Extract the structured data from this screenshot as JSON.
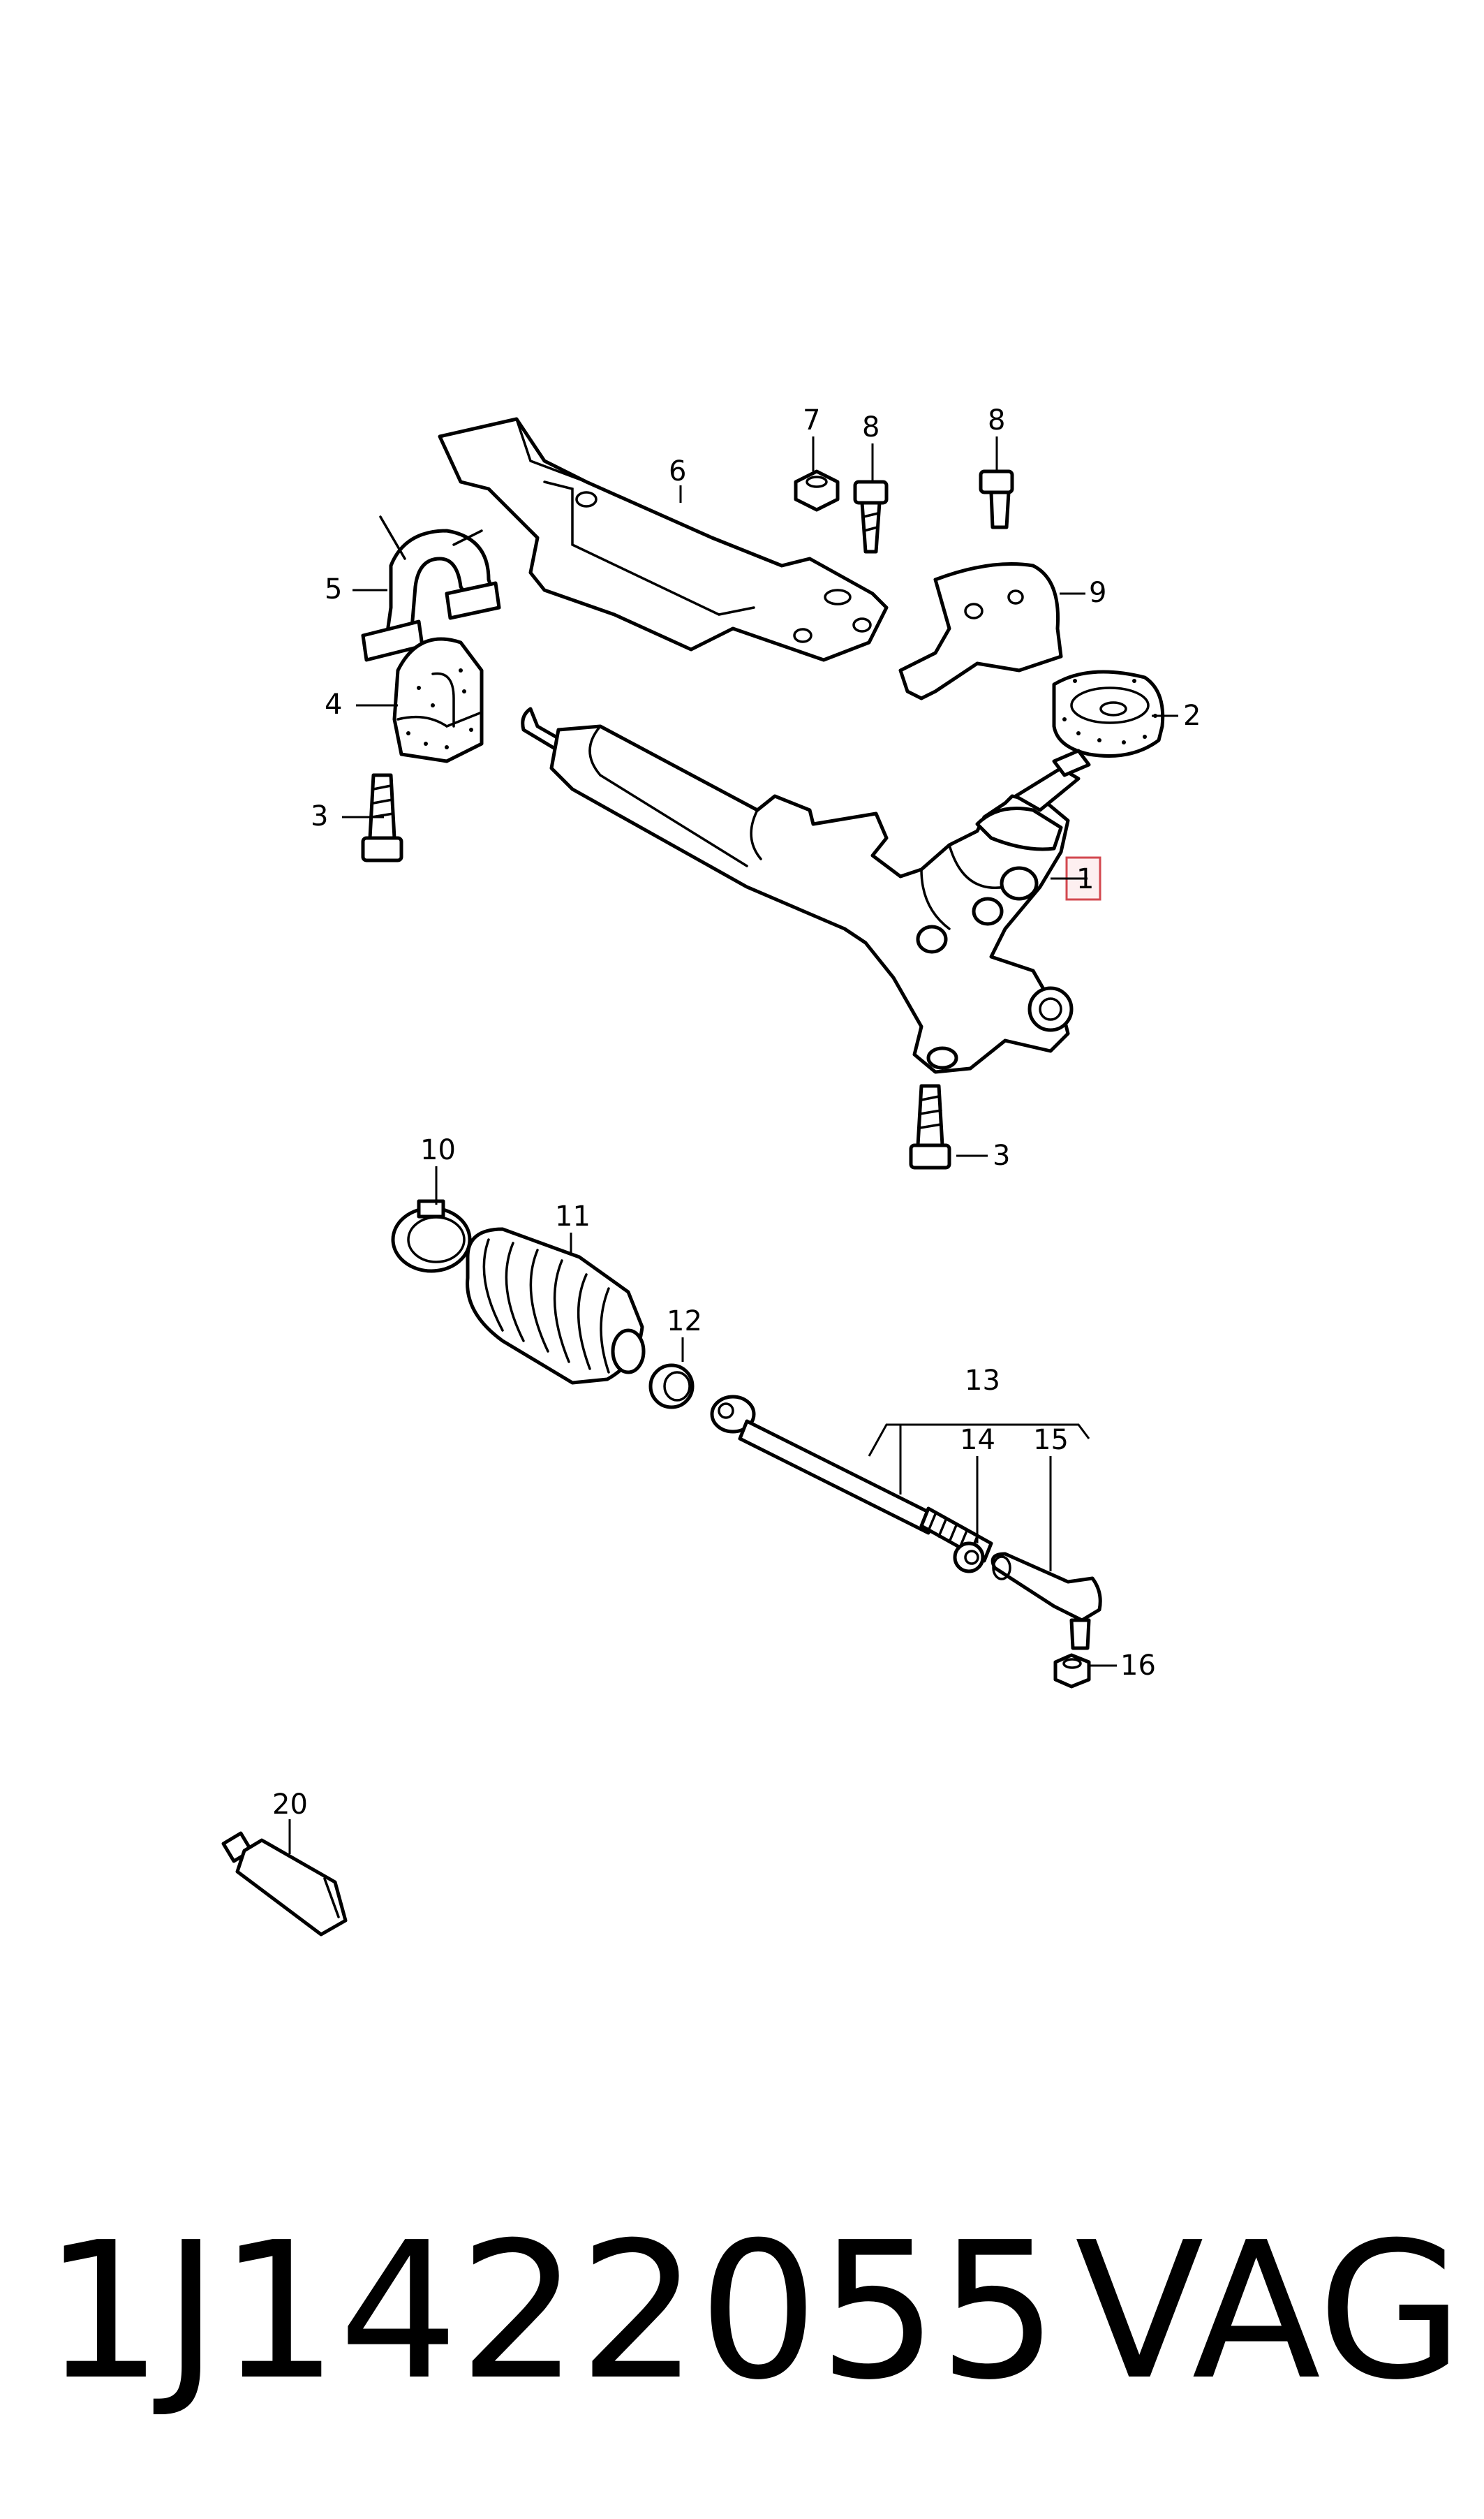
{
  "callouts": {
    "c1": "1",
    "c2": "2",
    "c3a": "3",
    "c3b": "3",
    "c4": "4",
    "c5": "5",
    "c6": "6",
    "c7": "7",
    "c8a": "8",
    "c8b": "8",
    "c9": "9",
    "c10": "10",
    "c11": "11",
    "c12": "12",
    "c13": "13",
    "c14": "14",
    "c15": "15",
    "c16": "16",
    "c20": "20"
  },
  "highlight_color": "#d3484f",
  "footer": {
    "part_number": "1J1422055",
    "brand": "VAG"
  }
}
